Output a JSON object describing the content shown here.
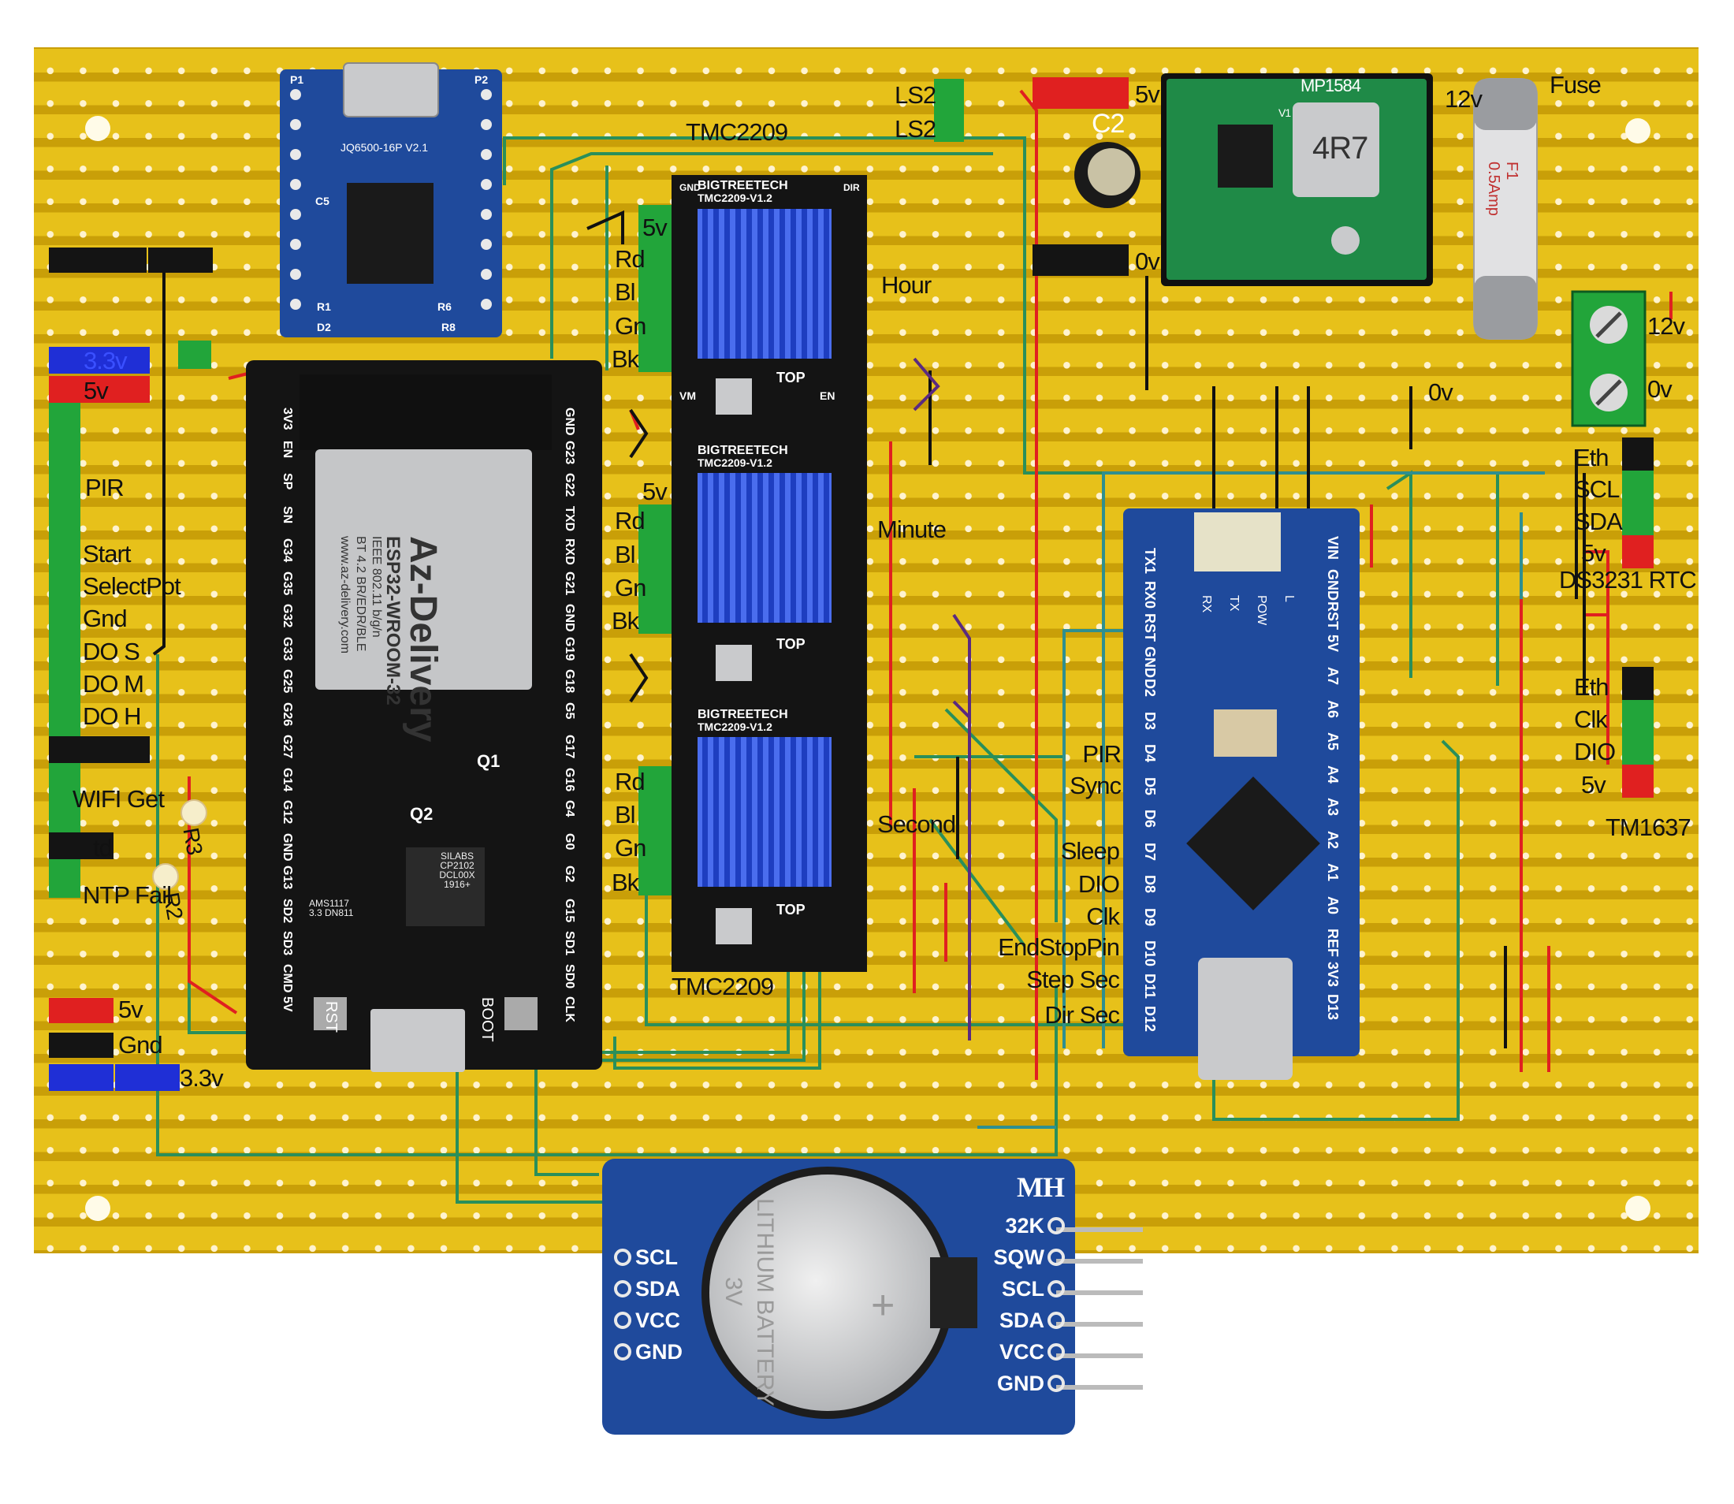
{
  "modules": {
    "esp32": {
      "brand": "Az-Delivery",
      "model": "ESP32-WROOM-32",
      "bt": "BT 4.2 BR/EDR/BLE",
      "ieee": "IEEE 802.11 b/g/n",
      "web": "www.az-delivery.com",
      "pins_left": [
        "3V3",
        "EN",
        "SP",
        "SN",
        "G34",
        "G35",
        "G32",
        "G33",
        "G25",
        "G26",
        "G27",
        "G14",
        "G12",
        "GND",
        "G13",
        "SD2",
        "SD3",
        "CMD",
        "5V"
      ],
      "pins_right": [
        "GND",
        "G23",
        "G22",
        "TXD",
        "RXD",
        "G21",
        "GND",
        "G19",
        "G18",
        "G5",
        "G17",
        "G16",
        "G4",
        "G0",
        "G2",
        "G15",
        "SD1",
        "SD0",
        "CLK"
      ],
      "chip": "SILABS CP2102 DCL00X 1916+",
      "reg": "AMS1117 3.3 DN811",
      "rst": "RST",
      "boot": "BOOT",
      "q1": "Q1",
      "q2": "Q2"
    },
    "usb_serial": {
      "label": "JQ6500-16P V2.1",
      "r1": "R1",
      "r6": "R6",
      "r8": "R8",
      "d2": "D2",
      "c5": "C5",
      "p1": "P1",
      "p2": "P2"
    },
    "driver": {
      "brand": "BIGTREETECH",
      "model": "TMC2209-V1.2",
      "top": "TOP",
      "en": "EN",
      "vm": "VM",
      "gnd": "GND",
      "dir": "DIR"
    },
    "nano": {
      "top_pins": [
        "TX1",
        "RX0",
        "RST",
        "GND",
        "D2",
        "D3",
        "D4",
        "D5",
        "D6",
        "D7",
        "D8",
        "D9",
        "D10",
        "D11",
        "D12"
      ],
      "bottom_pins": [
        "VIN",
        "GND",
        "RST",
        "5V",
        "A7",
        "A6",
        "A5",
        "A4",
        "A3",
        "A2",
        "A1",
        "A0",
        "REF",
        "3V3",
        "D13"
      ],
      "leds": [
        "RX",
        "TX",
        "POW",
        "L"
      ]
    },
    "buck": {
      "label": "MP1584",
      "coil": "4R7",
      "v1": "V1"
    },
    "fuse": {
      "f1": "F1",
      "rating": "0.5Amp"
    },
    "rtc": {
      "maker": "MH",
      "battery": "LITHIUM BATTERY",
      "volt": "3V",
      "plus": "+",
      "pins_right": [
        "32K",
        "SQW",
        "SCL",
        "SDA",
        "VCC",
        "GND"
      ],
      "pins_left": [
        "SCL",
        "SDA",
        "VCC",
        "GND"
      ]
    },
    "cap": {
      "label": "C2"
    }
  },
  "labels": {
    "tmc_top": "TMC2209",
    "tmc_bottom": "TMC2209",
    "ls2_a": "LS2",
    "ls2_b": "LS2",
    "v5_top": "5v",
    "v0_top": "0v",
    "v12_fuse": "12v",
    "fuse": "Fuse",
    "v12_term": "12v",
    "v0_term": "0v",
    "v0_mid": "0v",
    "hour": "Hour",
    "minute": "Minute",
    "second": "Second",
    "drv1": [
      "5v",
      "Rd",
      "Bl",
      "Gn",
      "Bk"
    ],
    "drv2": [
      "5v",
      "Rd",
      "Bl",
      "Gn",
      "Bk"
    ],
    "drv3": [
      "Rd",
      "Bl",
      "Gn",
      "Bk"
    ],
    "left_33": "3.3v",
    "left_5": "5v",
    "pir": "PIR",
    "start": "Start",
    "selectpot": "SelectPot",
    "gnd": "Gnd",
    "dos": "DO S",
    "dom": "DO M",
    "doh": "DO H",
    "wifi": "WIFI Get",
    "td": "td",
    "ntp": "NTP Fail",
    "r3": "R3",
    "r2": "R2",
    "bot_5": "5v",
    "bot_gnd": "Gnd",
    "bot_33": "3.3v",
    "nano_labels": [
      "PIR",
      "Sync",
      "Sleep",
      "DIO",
      "Clk",
      "EndStopPin",
      "Step Sec",
      "Dir Sec"
    ],
    "rtc_hdr": [
      "Eth",
      "SCL",
      "SDA",
      "5v"
    ],
    "rtc_name": "DS3231 RTC",
    "tm_hdr": [
      "Eth",
      "Clk",
      "DIO",
      "5v"
    ],
    "tm_name": "TM1637"
  },
  "colors": {
    "board": "#e7c11a",
    "strip": "#d5ac0d",
    "hole": "#fff6d4",
    "wire_red": "#e02020",
    "wire_green": "#1d8a4a",
    "wire_teal": "#2f8f8f",
    "pcb_blue": "#1f4a9c",
    "pcb_black": "#141414",
    "header_green": "#22a53a"
  }
}
